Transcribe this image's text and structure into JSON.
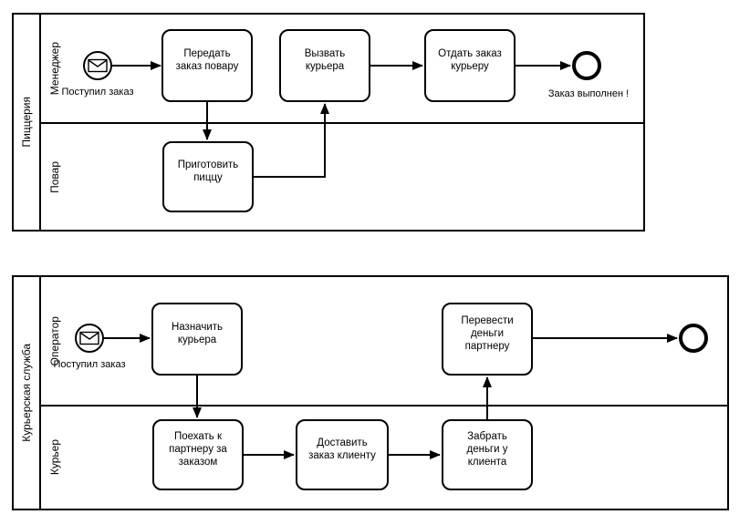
{
  "colors": {
    "stroke": "#000000",
    "fill": "#ffffff"
  },
  "pools": [
    {
      "label": "Пиццерия",
      "lanes": [
        {
          "label": "Менеджер"
        },
        {
          "label": "Повар"
        }
      ],
      "start_event": {
        "label": "Поступил заказ",
        "type": "message-start"
      },
      "end_event": {
        "label": "Заказ выполнен !",
        "type": "end"
      },
      "tasks": [
        {
          "label": "Передать\nзаказ повару"
        },
        {
          "label": "Вызвать\nкурьера"
        },
        {
          "label": "Отдать заказ\nкурьеру"
        },
        {
          "label": "Приготовить\nпиццу"
        }
      ]
    },
    {
      "label": "Курьерская служба",
      "lanes": [
        {
          "label": "Оператор"
        },
        {
          "label": "Курьер"
        }
      ],
      "start_event": {
        "label": "Поступил заказ",
        "type": "message-start"
      },
      "end_event": {
        "label": "",
        "type": "end"
      },
      "tasks": [
        {
          "label": "Назначить\nкурьера"
        },
        {
          "label": "Поехать к\nпартнеру за\nзаказом"
        },
        {
          "label": "Доставить\nзаказ клиенту"
        },
        {
          "label": "Забрать\nденьги у\nклиента"
        },
        {
          "label": "Перевести\nденьги\nпартнеру"
        }
      ]
    }
  ]
}
